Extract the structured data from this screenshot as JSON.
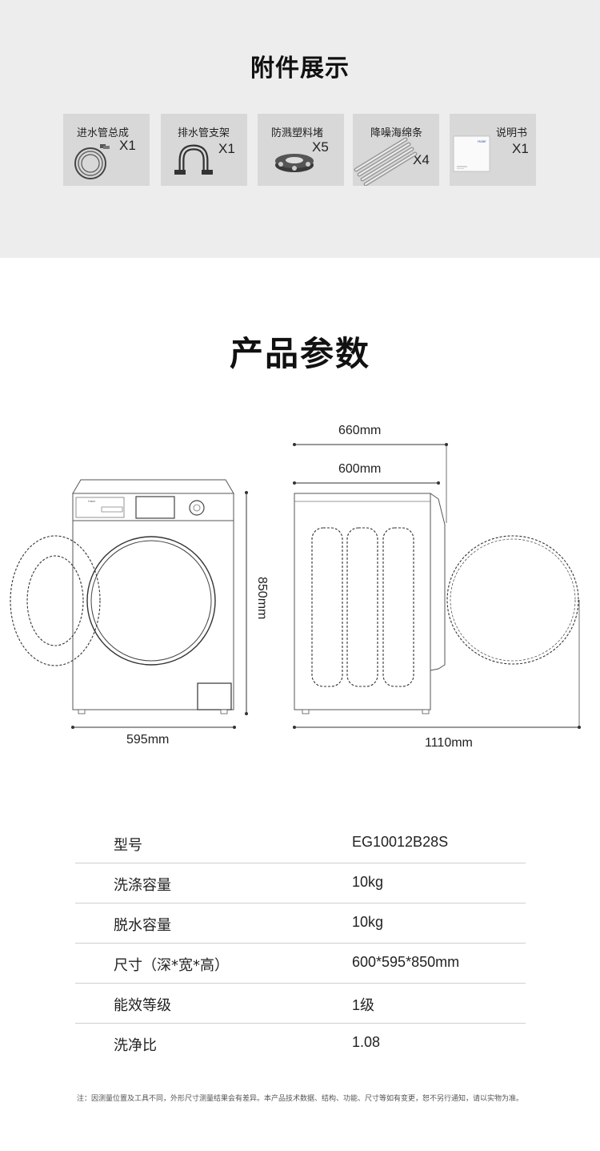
{
  "accessories": {
    "title": "附件展示",
    "items": [
      {
        "name": "进水管总成",
        "qty": "X1"
      },
      {
        "name": "排水管支架",
        "qty": "X1"
      },
      {
        "name": "防溅塑料堵",
        "qty": "X5"
      },
      {
        "name": "降噪海绵条",
        "qty": "X4"
      },
      {
        "name": "说明书",
        "qty": "X1"
      }
    ],
    "manual_brand": "Haier"
  },
  "params": {
    "title": "产品参数",
    "dimensions": {
      "front_width": "595mm",
      "height": "850mm",
      "side_depth_total": "660mm",
      "side_depth_body": "600mm",
      "side_depth_door_open": "1110mm"
    },
    "panel_brand": "Haier",
    "specs": [
      {
        "label": "型号",
        "value": "EG10012B28S"
      },
      {
        "label": "洗涤容量",
        "value": "10kg"
      },
      {
        "label": "脱水容量",
        "value": "10kg"
      },
      {
        "label": "尺寸（深*宽*高）",
        "value": "600*595*850mm"
      },
      {
        "label": "能效等级",
        "value": "1级"
      },
      {
        "label": "洗净比",
        "value": "1.08"
      }
    ]
  },
  "footnote": "注：因测量位置及工具不同，外形尺寸测量结果会有差异。本产品技术数据、结构、功能、尺寸等如有变更，恕不另行通知，请以实物为准。"
}
